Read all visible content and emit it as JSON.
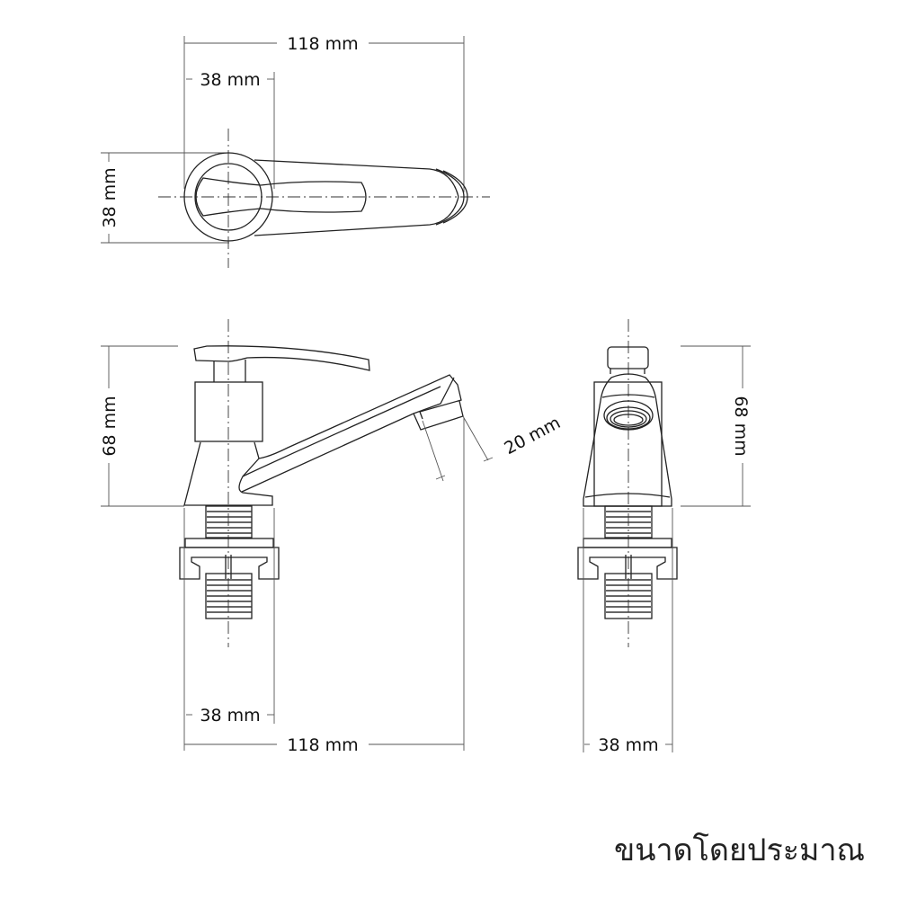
{
  "drawing": {
    "subject": "Faucet (single cold tap) dimension drawing",
    "views": {
      "top_view": {
        "overall_length_label": "118 mm",
        "handle_offset_label": "38 mm",
        "base_diameter_label": "38 mm"
      },
      "side_view": {
        "height_label": "68 mm",
        "spout_outlet_label": "20 mm",
        "base_width_label": "38 mm",
        "overall_length_label": "118 mm"
      },
      "front_view": {
        "height_label": "68 mm",
        "base_width_label": "38 mm"
      }
    },
    "caption": "ขนาดโดยประมาณ",
    "colors": {
      "background": "#ffffff",
      "line": "#222222",
      "dimension_line": "#555555"
    }
  }
}
